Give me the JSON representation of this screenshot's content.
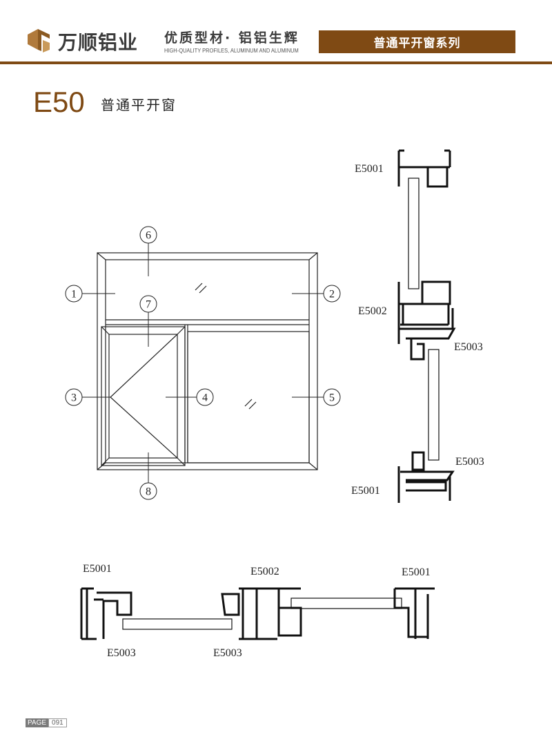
{
  "header": {
    "brand": "万顺铝业",
    "slogan": "优质型材· 铝铝生辉",
    "slogan_en": "HIGH-QUALITY PROFILES, ALUMINUM AND ALUMINUM",
    "series": "普通平开窗系列"
  },
  "heading": {
    "model": "E50",
    "title": "普通平开窗"
  },
  "callouts": [
    "1",
    "2",
    "3",
    "4",
    "5",
    "6",
    "7",
    "8"
  ],
  "vertical_section_labels": [
    "E5001",
    "E5002",
    "E5003",
    "E5003",
    "E5001"
  ],
  "horizontal_section_labels": [
    "E5001",
    "E5002",
    "E5001",
    "E5003",
    "E5003"
  ],
  "footer": {
    "page_label": "PAGE",
    "page_number": "091"
  },
  "colors": {
    "brand": "#7f4a14"
  }
}
